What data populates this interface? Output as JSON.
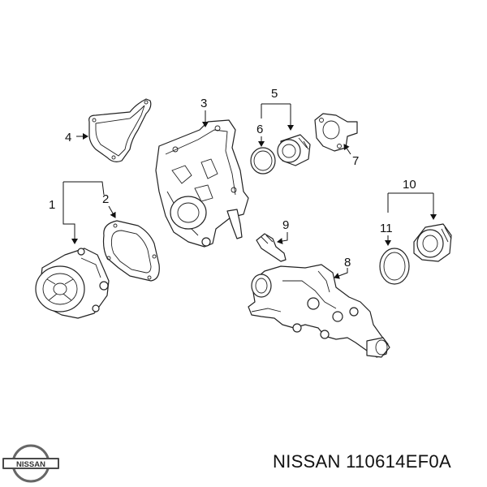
{
  "callouts": {
    "c1": "1",
    "c2": "2",
    "c3": "3",
    "c4": "4",
    "c5": "5",
    "c6": "6",
    "c7": "7",
    "c8": "8",
    "c9": "9",
    "c10": "10",
    "c11": "11"
  },
  "footer": {
    "brand_logo_text": "NISSAN",
    "part_caption": "NISSAN 110614EF0A"
  },
  "colors": {
    "line": "#222222",
    "background": "#ffffff"
  }
}
